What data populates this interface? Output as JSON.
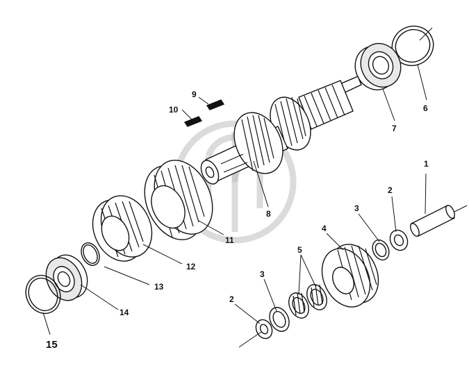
{
  "callouts": {
    "c1": "1",
    "c2a": "2",
    "c2b": "2",
    "c3a": "3",
    "c3b": "3",
    "c4": "4",
    "c5": "5",
    "c6": "6",
    "c7": "7",
    "c8": "8",
    "c9": "9",
    "c10": "10",
    "c11": "11",
    "c12": "12",
    "c13": "13",
    "c14": "14",
    "c15": "15"
  },
  "colors": {
    "line": "#111111",
    "watermark": "#bdbdbd",
    "background": "#ffffff"
  },
  "icons": {
    "watermark": "circular-logo-watermark"
  }
}
